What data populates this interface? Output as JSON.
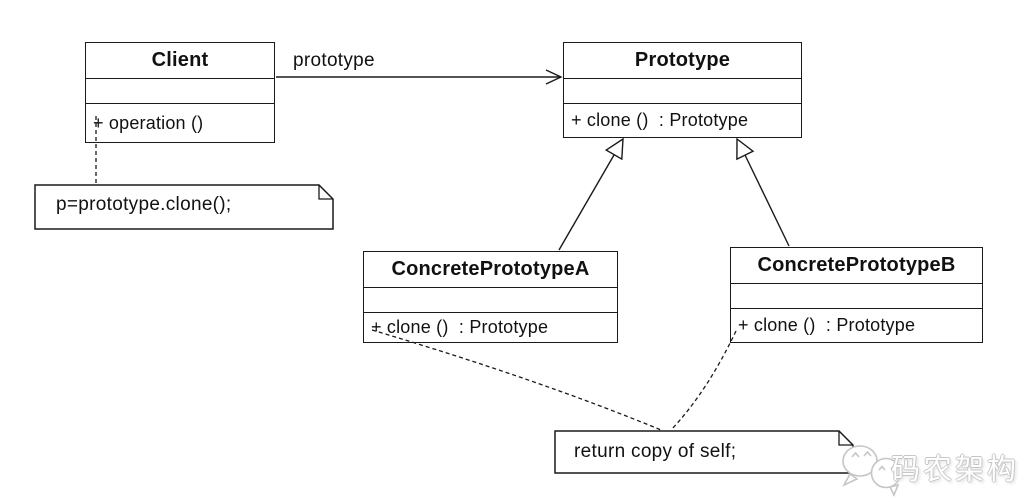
{
  "colors": {
    "line": "#1a1a1a",
    "text": "#111111",
    "background": "#ffffff",
    "watermark_gray": "#c6c6c6"
  },
  "diagram": {
    "classes": {
      "client": {
        "name": "Client",
        "method": "+ operation ()"
      },
      "prototype": {
        "name": "Prototype",
        "method": "+ clone ()  : Prototype"
      },
      "concreteA": {
        "name": "ConcretePrototypeA",
        "method": "+ clone ()  : Prototype"
      },
      "concreteB": {
        "name": "ConcretePrototypeB",
        "method": "+ clone ()  : Prototype"
      }
    },
    "association": {
      "label": "prototype"
    },
    "notes": {
      "client_note": "p=prototype.clone();",
      "clone_note": "return copy of self;"
    },
    "watermark": {
      "text": "码农架构",
      "icon": "wechat-chat-bubbles-icon"
    }
  }
}
